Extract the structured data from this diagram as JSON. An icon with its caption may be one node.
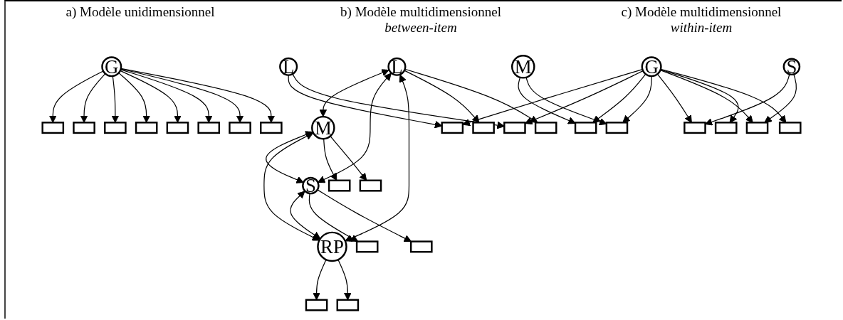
{
  "diagram": {
    "nodes": [
      {
        "text": [
          "G"
        ]
      },
      {
        "text": [],
        "shape": "box"
      },
      {
        "text": [],
        "shape": "box"
      },
      {
        "text": [],
        "shape": "box"
      },
      {
        "text": [],
        "shape": "box"
      },
      {
        "text": [],
        "shape": "box"
      },
      {
        "text": [],
        "shape": "box"
      },
      {
        "text": [],
        "shape": "box"
      },
      {
        "text": [],
        "shape": "box"
      },
      {
        "text": [
          "L"
        ]
      },
      {
        "text": [
          "M"
        ]
      },
      {
        "text": [
          "S"
        ]
      },
      {
        "text": [
          "RP"
        ]
      },
      {
        "text": [],
        "shape": "box"
      },
      {
        "text": [],
        "shape": "box"
      },
      {
        "text": [],
        "shape": "box"
      },
      {
        "text": [],
        "shape": "box"
      },
      {
        "text": [],
        "shape": "box"
      },
      {
        "text": [],
        "shape": "box"
      },
      {
        "text": [],
        "shape": "box"
      },
      {
        "text": [],
        "shape": "box"
      },
      {
        "text": [
          "L"
        ]
      },
      {
        "text": [
          "M"
        ]
      },
      {
        "text": [
          "S"
        ]
      },
      {
        "text": [],
        "shape": "box"
      },
      {
        "text": [],
        "shape": "box"
      },
      {
        "text": [],
        "shape": "box"
      },
      {
        "text": [],
        "shape": "box"
      },
      {
        "text": [],
        "shape": "box"
      },
      {
        "text": [],
        "shape": "box"
      },
      {
        "text": [],
        "shape": "box"
      },
      {
        "text": [],
        "shape": "box"
      },
      {
        "text": [
          "G"
        ]
      }
    ],
    "edges": [
      {
        "from": 0,
        "to": 1,
        "arrow": "to"
      },
      {
        "from": 0,
        "to": 2,
        "arrow": "to"
      },
      {
        "from": 0,
        "to": 3,
        "arrow": "to"
      },
      {
        "from": 0,
        "to": 4,
        "arrow": "to"
      },
      {
        "from": 0,
        "to": 5,
        "arrow": "to"
      },
      {
        "from": 0,
        "to": 6,
        "arrow": "to"
      },
      {
        "from": 0,
        "to": 7,
        "arrow": "to"
      },
      {
        "from": 0,
        "to": 8,
        "arrow": "to"
      },
      {
        "from": 9,
        "to": 10,
        "arrow": "both"
      },
      {
        "from": 9,
        "to": 11,
        "arrow": "both"
      },
      {
        "from": 9,
        "to": 12,
        "arrow": "both"
      },
      {
        "from": 10,
        "to": 11,
        "arrow": "both"
      },
      {
        "from": 10,
        "to": 12,
        "arrow": "both"
      },
      {
        "from": 11,
        "to": 12,
        "arrow": "both"
      },
      {
        "from": 9,
        "to": 13,
        "arrow": "to"
      },
      {
        "from": 9,
        "to": 14,
        "arrow": "to"
      },
      {
        "from": 10,
        "to": 15,
        "arrow": "to"
      },
      {
        "from": 10,
        "to": 16,
        "arrow": "to"
      },
      {
        "from": 11,
        "to": 17,
        "arrow": "to"
      },
      {
        "from": 11,
        "to": 18,
        "arrow": "to"
      },
      {
        "from": 12,
        "to": 19,
        "arrow": "to"
      },
      {
        "from": 12,
        "to": 20,
        "arrow": "to"
      },
      {
        "from": 21,
        "to": 24,
        "arrow": "to"
      },
      {
        "from": 21,
        "to": 25,
        "arrow": "to"
      },
      {
        "from": 22,
        "to": 26,
        "arrow": "to"
      },
      {
        "from": 22,
        "to": 27,
        "arrow": "to"
      },
      {
        "from": 23,
        "to": 28,
        "arrow": "to"
      },
      {
        "from": 23,
        "to": 29,
        "arrow": "to"
      },
      {
        "from": 32,
        "to": 24,
        "arrow": "to"
      },
      {
        "from": 32,
        "to": 25,
        "arrow": "to"
      },
      {
        "from": 32,
        "to": 26,
        "arrow": "to"
      },
      {
        "from": 32,
        "to": 27,
        "arrow": "to"
      },
      {
        "from": 32,
        "to": 28,
        "arrow": "to"
      },
      {
        "from": 32,
        "to": 29,
        "arrow": "to"
      },
      {
        "from": 32,
        "to": 30,
        "arrow": "to"
      },
      {
        "from": 32,
        "to": 31,
        "arrow": "to"
      }
    ],
    "labels": [
      "a) Modèle unidimensionnel",
      "b) Modèle multidimensionnel",
      "between-item",
      "c) Modèle multidimensionnel",
      "within-item"
    ]
  }
}
